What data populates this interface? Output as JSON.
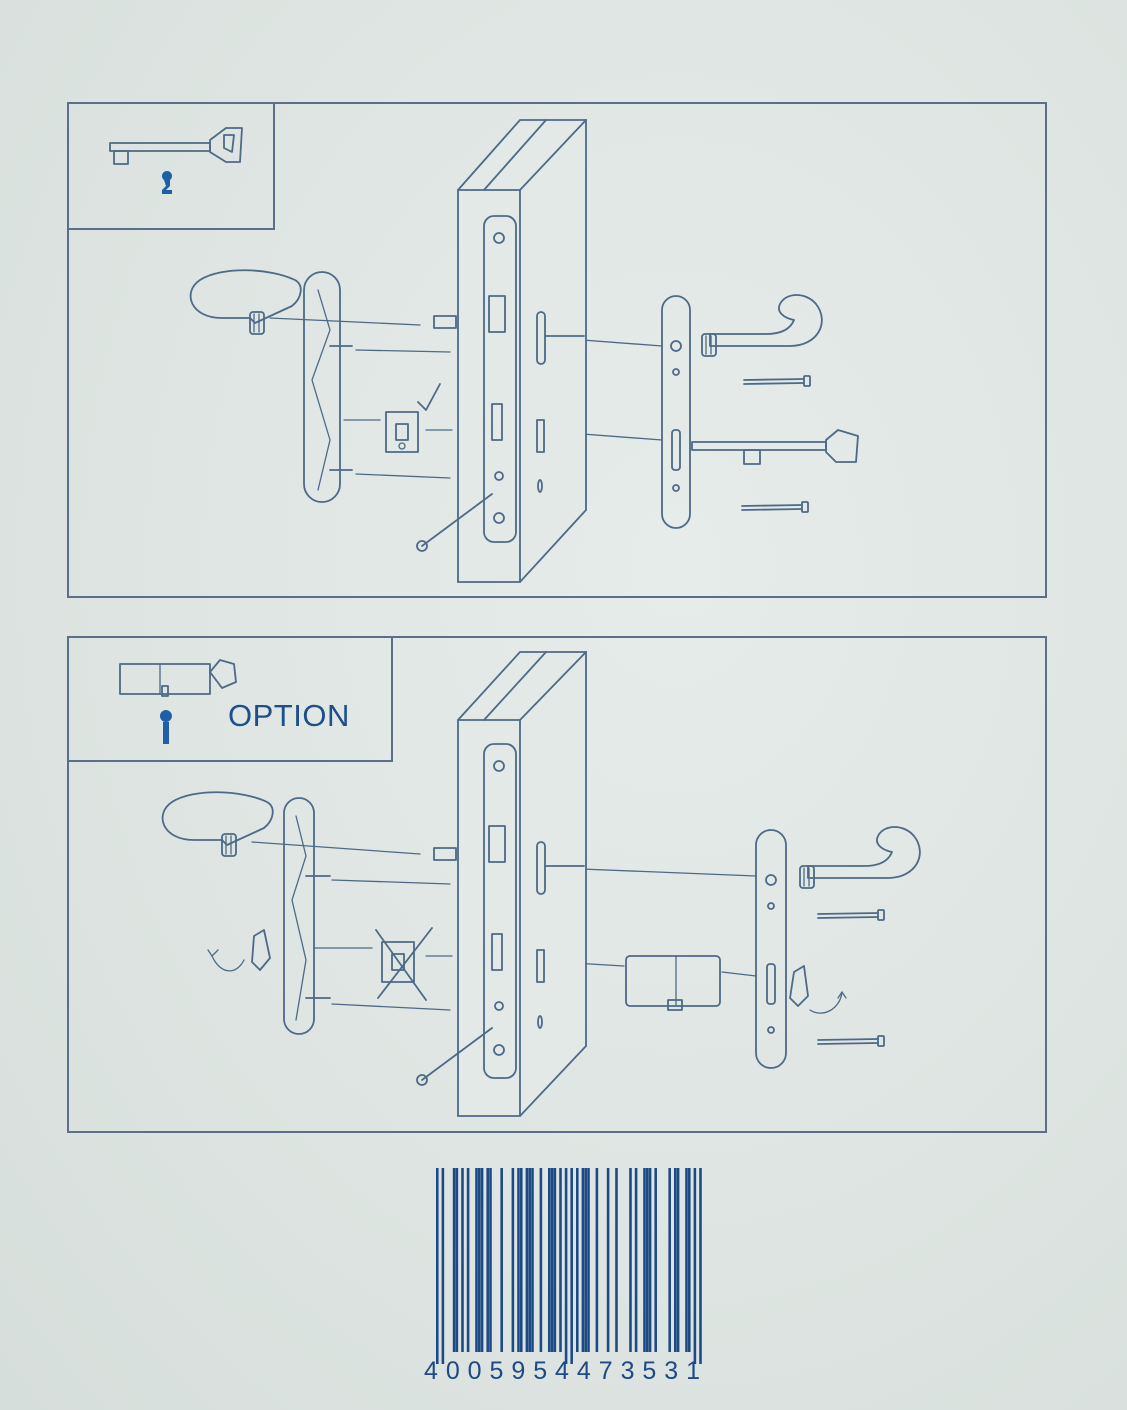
{
  "colors": {
    "line": "#4d6a86",
    "ink": "#1e4f8a",
    "accent": "#1f5fa8",
    "barcode": "#1c4a86",
    "frame": "#5b7088"
  },
  "panel_bottom": {
    "option_label": "OPTION"
  },
  "barcode": {
    "digits": [
      "4",
      "0",
      "0",
      "5",
      "9",
      "5",
      "4",
      "4",
      "7",
      "3",
      "5",
      "3",
      "1"
    ]
  }
}
